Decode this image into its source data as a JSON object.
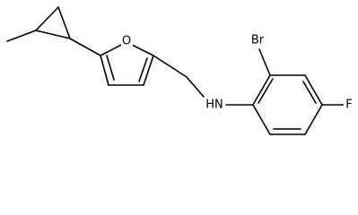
{
  "diagram": {
    "labels": {
      "oxygen": "O",
      "bromine": "Br",
      "fluorine": "F",
      "amine": "HN"
    }
  }
}
